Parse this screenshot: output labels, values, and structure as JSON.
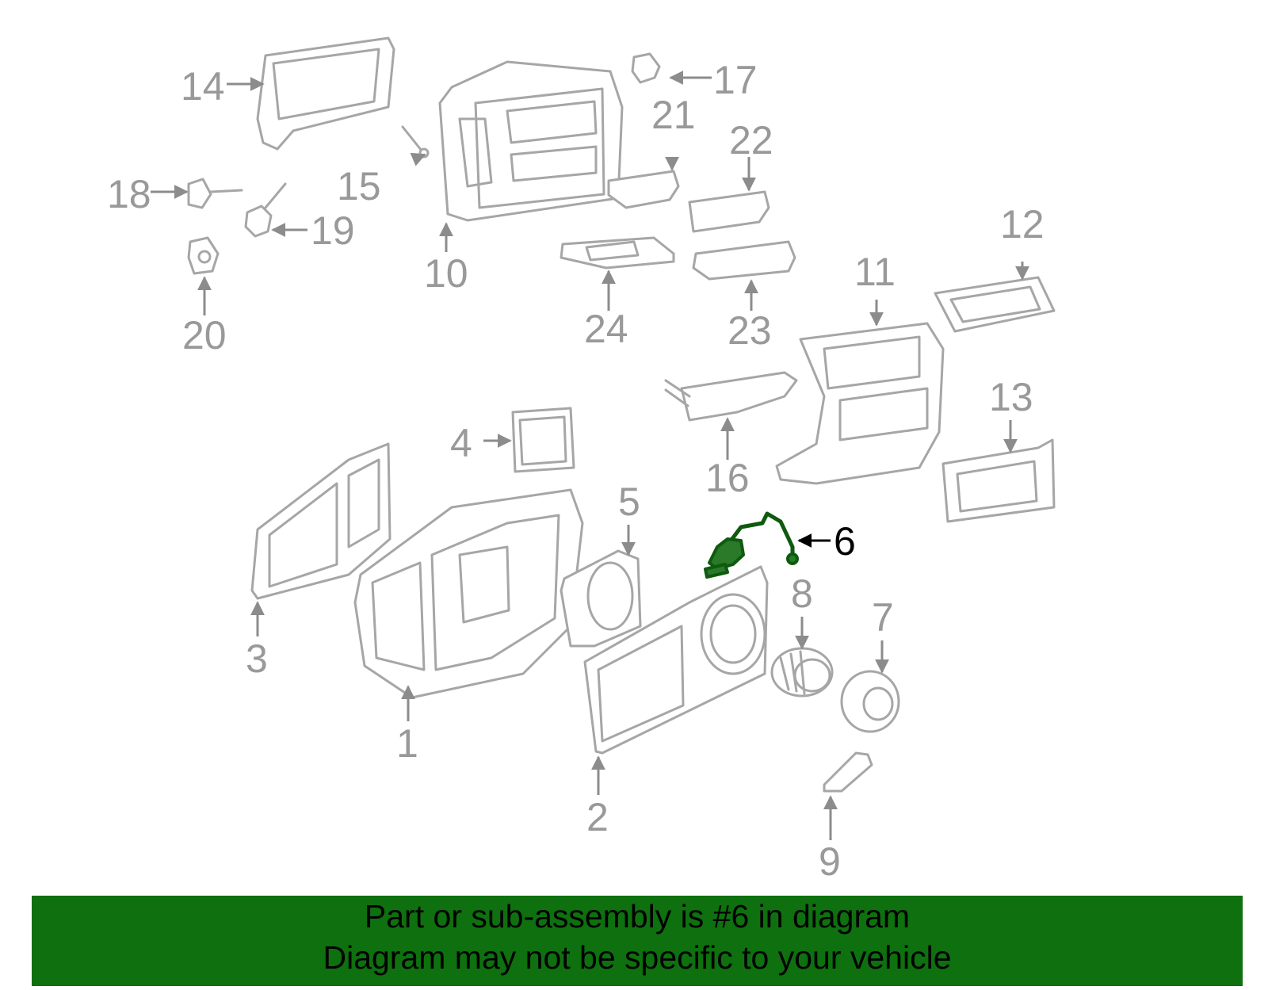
{
  "callouts": {
    "c1": "1",
    "c2": "2",
    "c3": "3",
    "c4": "4",
    "c5": "5",
    "c6": "6",
    "c7": "7",
    "c8": "8",
    "c9": "9",
    "c10": "10",
    "c11": "11",
    "c12": "12",
    "c13": "13",
    "c14": "14",
    "c15": "15",
    "c16": "16",
    "c17": "17",
    "c18": "18",
    "c19": "19",
    "c20": "20",
    "c21": "21",
    "c22": "22",
    "c23": "23",
    "c24": "24"
  },
  "highlighted_part": "6",
  "banner": {
    "line1": "Part or sub-assembly is #6 in diagram",
    "line2": "Diagram may not be specific to your vehicle"
  },
  "colors": {
    "banner_bg": "#0e700e",
    "highlight": "#0e5a0e",
    "part_stroke": "#a6a6a6",
    "callout_gray": "#999999",
    "callout_active": "#000000"
  }
}
